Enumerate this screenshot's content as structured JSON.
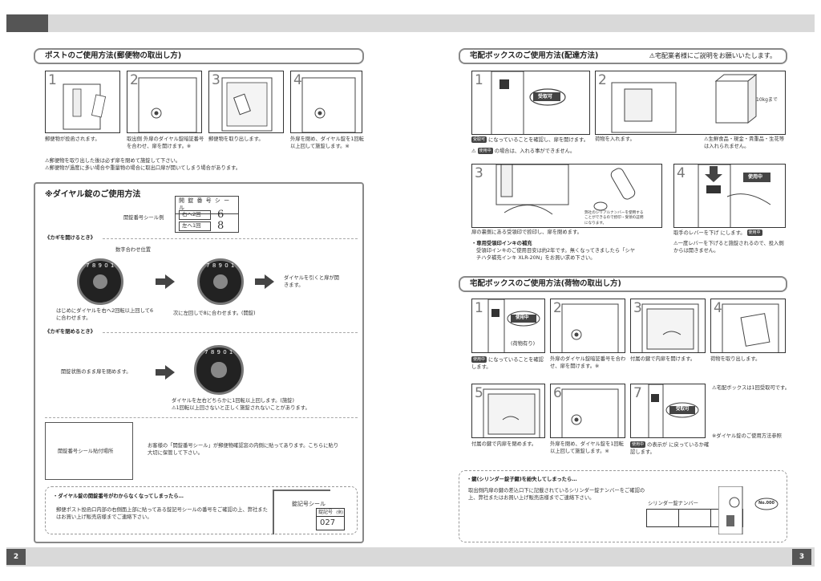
{
  "page": {
    "left_number": "2",
    "right_number": "3"
  },
  "post_usage": {
    "title": "ポストのご使用方法(郵便物の取出し方)",
    "steps": [
      {
        "num": "1",
        "caption": "郵便物が投函されます。"
      },
      {
        "num": "2",
        "caption": "取出側 外扉のダイヤル錠暗証番号を合わせ、扉を開けます。※"
      },
      {
        "num": "3",
        "caption": "郵便物を取り出します。"
      },
      {
        "num": "4",
        "caption": "外扉を閉め、ダイヤル錠を1回転以上回して施錠します。※"
      }
    ],
    "notes": [
      "郵便物を取り出した後は必ず扉を閉めて施錠して下さい。",
      "郵便物が過度に多い場合や重量物の場合に取出口扉が開いてしまう場合があります。"
    ]
  },
  "dial_usage": {
    "title": "※ダイヤル錠のご使用方法",
    "seal_label": "開錠番号シール例",
    "seal": {
      "title": "開 錠 番 号 シ ー ル",
      "row1_text": "右へ2回",
      "row1_num": "6",
      "row2_text": "左へ1回",
      "row2_num": "8"
    },
    "open_heading": "《カギを開けるとき》",
    "open_pointer": "数字合わせ位置",
    "open_step1": "はじめにダイヤルを右へ2回転以上回して6に合わせます。",
    "open_step2": "次に左回しで8に合わせます。(開錠)",
    "open_result": "ダイヤルを引くと扉が開きます。",
    "close_heading": "《カギを閉めるとき》",
    "close_step1": "開錠状態のまま扉を閉めます。",
    "close_step2": "ダイヤルを左右どちらかに1回転以上回します。(施錠)",
    "close_warning": "1回転以上回さないと正しく施錠されないことがあります。",
    "dial_digits": "7 8 9 0 1",
    "seal_place": "開錠番号シール貼付場所",
    "seal_place_note": "お客様の「開錠番号シール」が郵便物確認窓の内側に貼ってあります。こちらに貼り大切に保管して下さい。",
    "forgot_title": "・ダイヤル錠の開錠番号がわからなくなってしまったら…",
    "forgot_text": "郵便ポスト投函口内部の右側面上部に貼ってある錠記号シールの番号をご確認の上、弊社またはお買い上げ販売店様までご連絡下さい。",
    "lock_seal_label": "錠記号シール",
    "lock_seal_title": "錠記号",
    "lock_seal_mark": "(例)",
    "lock_seal_num": "027"
  },
  "delivery_usage": {
    "title": "宅配ボックスのご使用方法(配達方法)",
    "note": "宅配業者様にご説明をお願いいたします。",
    "steps": [
      {
        "num": "1",
        "caption": "になっていることを確認し、扉を開けます。"
      },
      {
        "num": "2",
        "caption": "荷物を入れます。"
      },
      {
        "num": "3",
        "caption": "扉の裏側にある受領印で捺印し、扉を閉めます。"
      },
      {
        "num": "4",
        "caption": "取手のレバーを下げ にします。"
      }
    ],
    "badge_accept": "受取可",
    "badge_in_use": "使用中",
    "step1_warning": "の場合は、入れる事ができません。",
    "step2_warning": "生鮮食品・現金・貴重品・生花等は入れられません。",
    "size_label": "10kgまで",
    "ink_title": "・専用受領印インキの補充",
    "ink_text": "受領印インキのご使用目安は約2年です。無くなってきましたら「シヤチハタ補充インキ XLR-20N」をお買い求め下さい。",
    "serial_note": "弊社のシリアルナンバーを使用することができるので捺印・受領の証明になります。",
    "step4_warning": "一度レバーを下げると施錠されるので、投入側からは開きません。"
  },
  "pickup_usage": {
    "title": "宅配ボックスのご使用方法(荷物の取出し方)",
    "steps": [
      {
        "num": "1",
        "caption": "になっていることを確認します。",
        "extra": "(荷物有り)"
      },
      {
        "num": "2",
        "caption": "外扉のダイヤル錠暗証番号を合わせ、扉を開けます。※"
      },
      {
        "num": "3",
        "caption": "付属の鍵で内扉を開けます。"
      },
      {
        "num": "4",
        "caption": "荷物を取り出します。"
      },
      {
        "num": "5",
        "caption": "付属の鍵で内扉を閉めます。"
      },
      {
        "num": "6",
        "caption": "外扉を閉め、ダイヤル錠を1回転以上回して施錠します。※"
      },
      {
        "num": "7",
        "caption": "の表示が に戻っているか確認します。"
      }
    ],
    "once_note": "宅配ボックスは1回受取可です。",
    "dial_ref": "※ダイヤル錠のご使用方法参照"
  },
  "key_lost": {
    "title": "・鍵(シリンダー錠子鍵)を紛失してしまったら…",
    "text": "取出側内扉の鍵の差込口下に記載されているシリンダー錠ナンバーをご確認の上、弊社またはお買い上げ販売店様までご連絡下さい。",
    "table_label": "シリンダー錠ナンバー",
    "key_no": "No.000"
  },
  "colors": {
    "bar": "#d9d9d9",
    "dark": "#555555",
    "frame": "#888888"
  }
}
